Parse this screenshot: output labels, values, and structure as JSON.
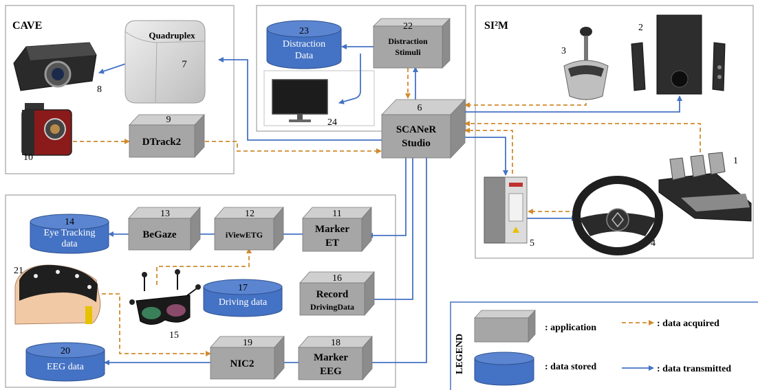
{
  "regions": {
    "cave": "CAVE",
    "sim": "SI²M",
    "legend": "LEGEND"
  },
  "apps": {
    "distraction": {
      "num": "22",
      "line1": "Distraction",
      "line2": "Stimuli"
    },
    "scaner": {
      "num": "6",
      "line1": "SCANeR",
      "line2": "Studio"
    },
    "dtrack": {
      "num": "9",
      "line1": "DTrack2"
    },
    "begaze": {
      "num": "13",
      "line1": "BeGaze"
    },
    "iview": {
      "num": "12",
      "line1": "iViewETG"
    },
    "marker_et": {
      "num": "11",
      "line1": "Marker",
      "line2": "ET"
    },
    "record": {
      "num": "16",
      "line1": "Record",
      "line2": "DrivingData"
    },
    "nic2": {
      "num": "19",
      "line1": "NIC2"
    },
    "marker_eeg": {
      "num": "18",
      "line1": "Marker",
      "line2": "EEG"
    },
    "quadruplex": {
      "num": "7",
      "line1": "Quadruplex"
    }
  },
  "stores": {
    "distraction_data": {
      "num": "23",
      "line1": "Distraction",
      "line2": "Data"
    },
    "eye_tracking": {
      "num": "14",
      "line1": "Eye Tracking",
      "line2": "data"
    },
    "driving_data": {
      "num": "17",
      "line1": "Driving data"
    },
    "eeg_data": {
      "num": "20",
      "line1": "EEG data"
    }
  },
  "devices": {
    "pedals": "1",
    "speakers": "2",
    "gearshift": "3",
    "wheel": "4",
    "drive": "5",
    "projector": "8",
    "camera": "10",
    "monitor": "24",
    "eeg_cap": "21",
    "glasses": "15"
  },
  "legend": {
    "application": ": application",
    "data_stored": ": data stored",
    "data_acquired": ": data acquired",
    "data_transmitted": ": data transmitted"
  },
  "colors": {
    "box_front": "#a6a6a6",
    "box_top": "#cfcfcf",
    "box_side": "#8c8c8c",
    "db_fill": "#4472c4",
    "db_top": "#5b85d0",
    "transmit": "#4472c4",
    "acquire": "#d08a2e",
    "frame": "#a0a0a0"
  }
}
